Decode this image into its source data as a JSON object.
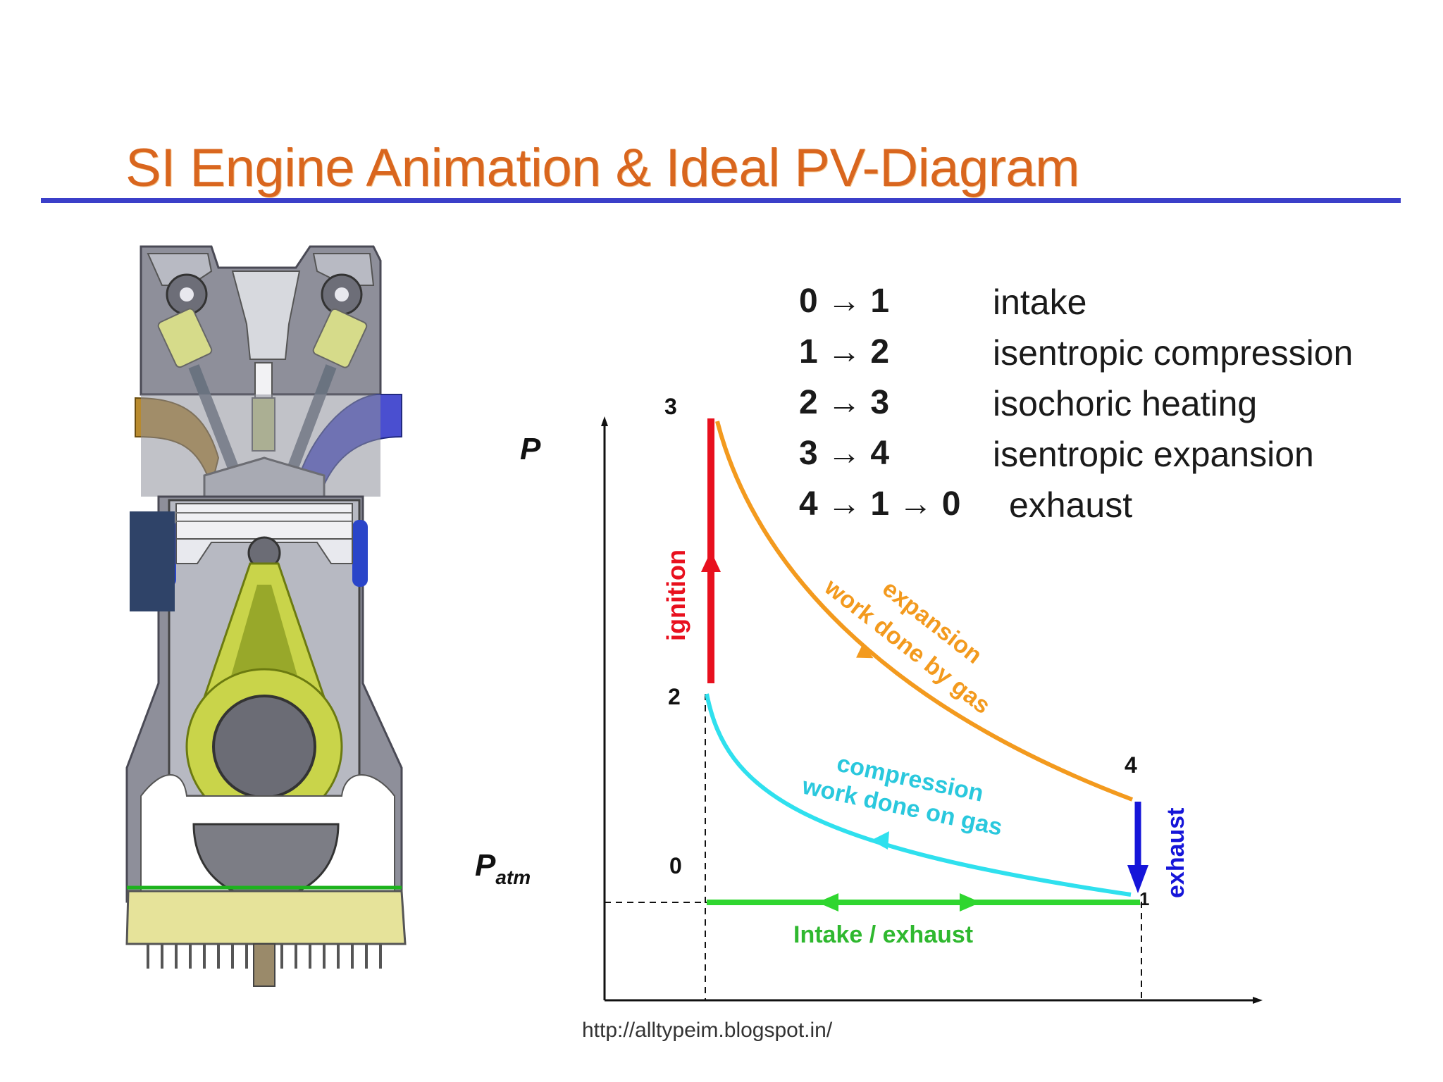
{
  "title": "SI Engine Animation & Ideal PV-Diagram",
  "legend": [
    {
      "step": "0 → 1",
      "name": "intake"
    },
    {
      "step": "1 → 2",
      "name": "isentropic compression"
    },
    {
      "step": "2 → 3",
      "name": "isochoric heating"
    },
    {
      "step": "3 → 4",
      "name": "isentropic expansion"
    },
    {
      "step": "4 → 1 → 0",
      "name": "exhaust"
    }
  ],
  "diagram": {
    "axis_p": "P",
    "axis_patm": "P",
    "axis_patm_sub": "atm",
    "points": {
      "p0": "0",
      "p1": "1",
      "p2": "2",
      "p3": "3",
      "p4": "4"
    },
    "ignition": "ignition",
    "expansion_1": "expansion",
    "expansion_2": "work done by gas",
    "compression_1": "compression",
    "compression_2": "work done on gas",
    "exhaust": "exhaust",
    "intake_exhaust": "Intake / exhaust"
  },
  "colors": {
    "title": "#d9661e",
    "rule": "#3b3fc9",
    "ignition": "#e8101e",
    "expansion": "#f39a1e",
    "compression": "#2fe0ee",
    "exhaust": "#1515d9",
    "intake": "#2fd62f"
  },
  "footer": "http://alltypeim.blogspot.in/"
}
